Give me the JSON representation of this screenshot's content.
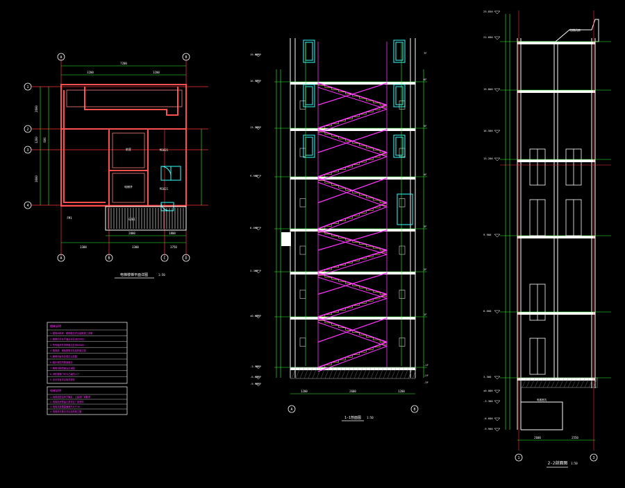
{
  "colors": {
    "background": "#000000",
    "axis": "#ff3333",
    "wall": "#ff5050",
    "dimension": "#33ff33",
    "stair": "#ff33ff",
    "window": "#33ffff",
    "text": "#ffffff",
    "note": "#ff33ff",
    "hatch": "#bbbbbb",
    "step": "#ffff55"
  },
  "plan": {
    "title": "电梯楼梯平面详图",
    "scale": "1:50",
    "top_dim_total": "7200",
    "top_dims": [
      "3200",
      "3200"
    ],
    "bottom_dims": [
      "3300",
      "3300",
      "3750"
    ],
    "bottom_dim_2": [
      "2000",
      "1800"
    ],
    "left_dims": [
      "2600",
      "1200",
      "600",
      "3600"
    ],
    "axis_top_left": "A",
    "axis_top_right": "B",
    "axis_left": [
      "1",
      "2",
      "3",
      "4"
    ],
    "axis_bottom": [
      "A",
      "B",
      "C",
      "D"
    ],
    "room_labels": [
      "前室",
      "电梯井"
    ],
    "marks": [
      "M1021",
      "M1021",
      "FM1",
      "GJ01"
    ]
  },
  "notes": {
    "title1": "楼梯说明",
    "lines1": [
      "1.楼梯间墙体、楼梯做法详见建筑施工说明",
      "2.楼梯栏杆扶手做法详见98ZJ401",
      "3.所有踏步防滑条做法见98ZJ401",
      "4.楼梯梁、梯板配筋详见结构施工图",
      "5.楼梯间窗台高度见立面图",
      "6.踏步面层同楼面做法",
      "7.楼梯间隔墙做法见详图",
      "8.消防楼梯门均为乙级防火门",
      "9.未尽事宜详见相关规范"
    ],
    "title2": "电梯说明",
    "lines2": [
      "1.电梯选型由甲方确定，土建按厂家要求",
      "2.电梯机房预留孔洞详见厂家资料",
      "3.电梯井道垂直偏差不大于30",
      "4.电梯底坑做法详见结构施工图"
    ]
  },
  "section1": {
    "title": "1-1剖面图",
    "scale": "1:50",
    "bottom_dims": [
      "1200",
      "2600",
      "1200"
    ],
    "axis_left": "A",
    "axis_right": "B",
    "levels": [
      "19.800",
      "16.500",
      "13.200",
      "9.900",
      "6.600",
      "3.300",
      "±0.000",
      "-3.300",
      "-6.600",
      "-9.900"
    ],
    "floor_labels": [
      "7F",
      "6F",
      "5F",
      "4F",
      "3F",
      "2F",
      "1F",
      "-1F",
      "-2F",
      "-3F"
    ]
  },
  "section2": {
    "title": "2-2剖面图",
    "scale": "1:50",
    "bottom_dims": [
      "2600",
      "2550"
    ],
    "axis_left": "1",
    "axis_right": "3",
    "levels": [
      "23.850",
      "21.600",
      "19.800",
      "16.500",
      "13.200",
      "9.900",
      "6.600",
      "3.300",
      "±0.000",
      "-3.300",
      "-6.600",
      "-9.900"
    ],
    "top_label": "电梯机房",
    "pit_label": "电梯底坑"
  }
}
